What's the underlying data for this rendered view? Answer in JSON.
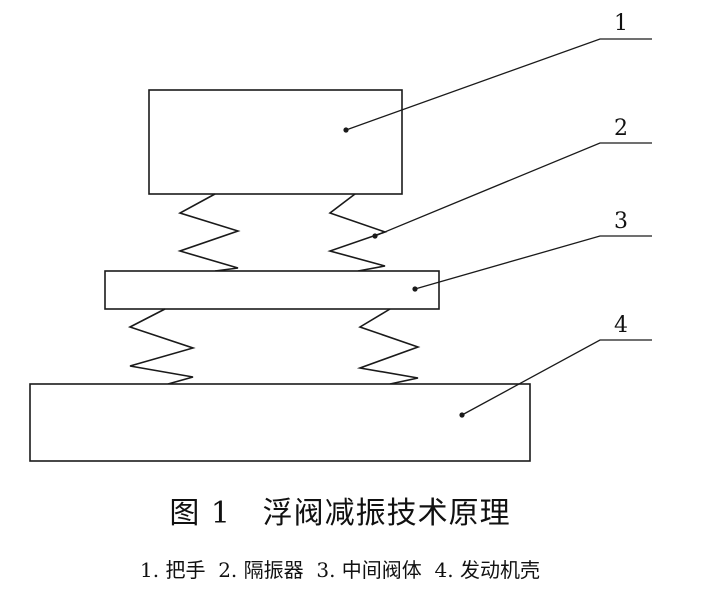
{
  "figure": {
    "caption": "图 1   浮阀减振技术原理",
    "legend": "1. 把手  2. 隔振器  3. 中间阀体  4. 发动机壳"
  },
  "callouts": [
    {
      "number": "1"
    },
    {
      "number": "2"
    },
    {
      "number": "3"
    },
    {
      "number": "4"
    }
  ],
  "colors": {
    "line": "#1a1a1a",
    "background": "#ffffff"
  }
}
